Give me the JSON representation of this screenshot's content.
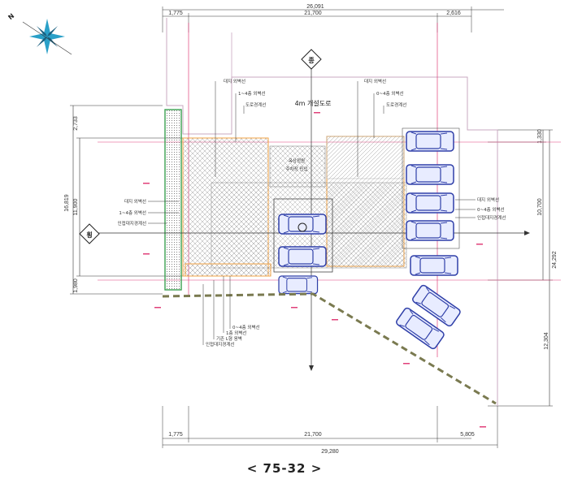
{
  "caption": "< 75-32 >",
  "colors": {
    "road_outline": "#c9a9c0",
    "car": "#2f3fa8",
    "boundary_pink": "#e0407a",
    "setback_orange": "#f0a040",
    "green_strip": "#3aa050"
  },
  "compass": {
    "label": "N"
  },
  "top_dims": {
    "total": "26,091",
    "left": "1,775",
    "mid": "21,700",
    "right": "2,616"
  },
  "bottom_dims": {
    "left": "1,775",
    "mid": "21,700",
    "right": "5,805",
    "total": "29,280"
  },
  "left_dims": {
    "total": "16,819",
    "a": "2,733",
    "b": "11,900",
    "c": "1,980"
  },
  "right_dims": {
    "a": "1,330",
    "b": "10,700",
    "total": "24,292",
    "c": "12,304"
  },
  "road_label": "4m 개설도로",
  "jong_label": "종",
  "hoeng_label": "횡",
  "top_labels": {
    "a": "대지 외벽선",
    "b": "1~4층 외벽선",
    "c": "도로경계선",
    "d": "대지 외벽선",
    "e": "0~4층 외벽선",
    "f": "도로경계선"
  },
  "left_labels": {
    "a": "대지 외벽선",
    "b": "1~4층 외벽선",
    "c": "인접대지경계선"
  },
  "right_labels": {
    "a": "대지 외벽선",
    "b": "0~4층 외벽선",
    "c": "인접대지경계선"
  },
  "bottom_labels": {
    "a": "0~4층 외벽선",
    "b": "1층 외벽선",
    "c": "기존 L형 옹벽",
    "d": "인접대지경계선"
  },
  "center_labels": {
    "a": "옥상정원",
    "b": "주차장 진입"
  }
}
